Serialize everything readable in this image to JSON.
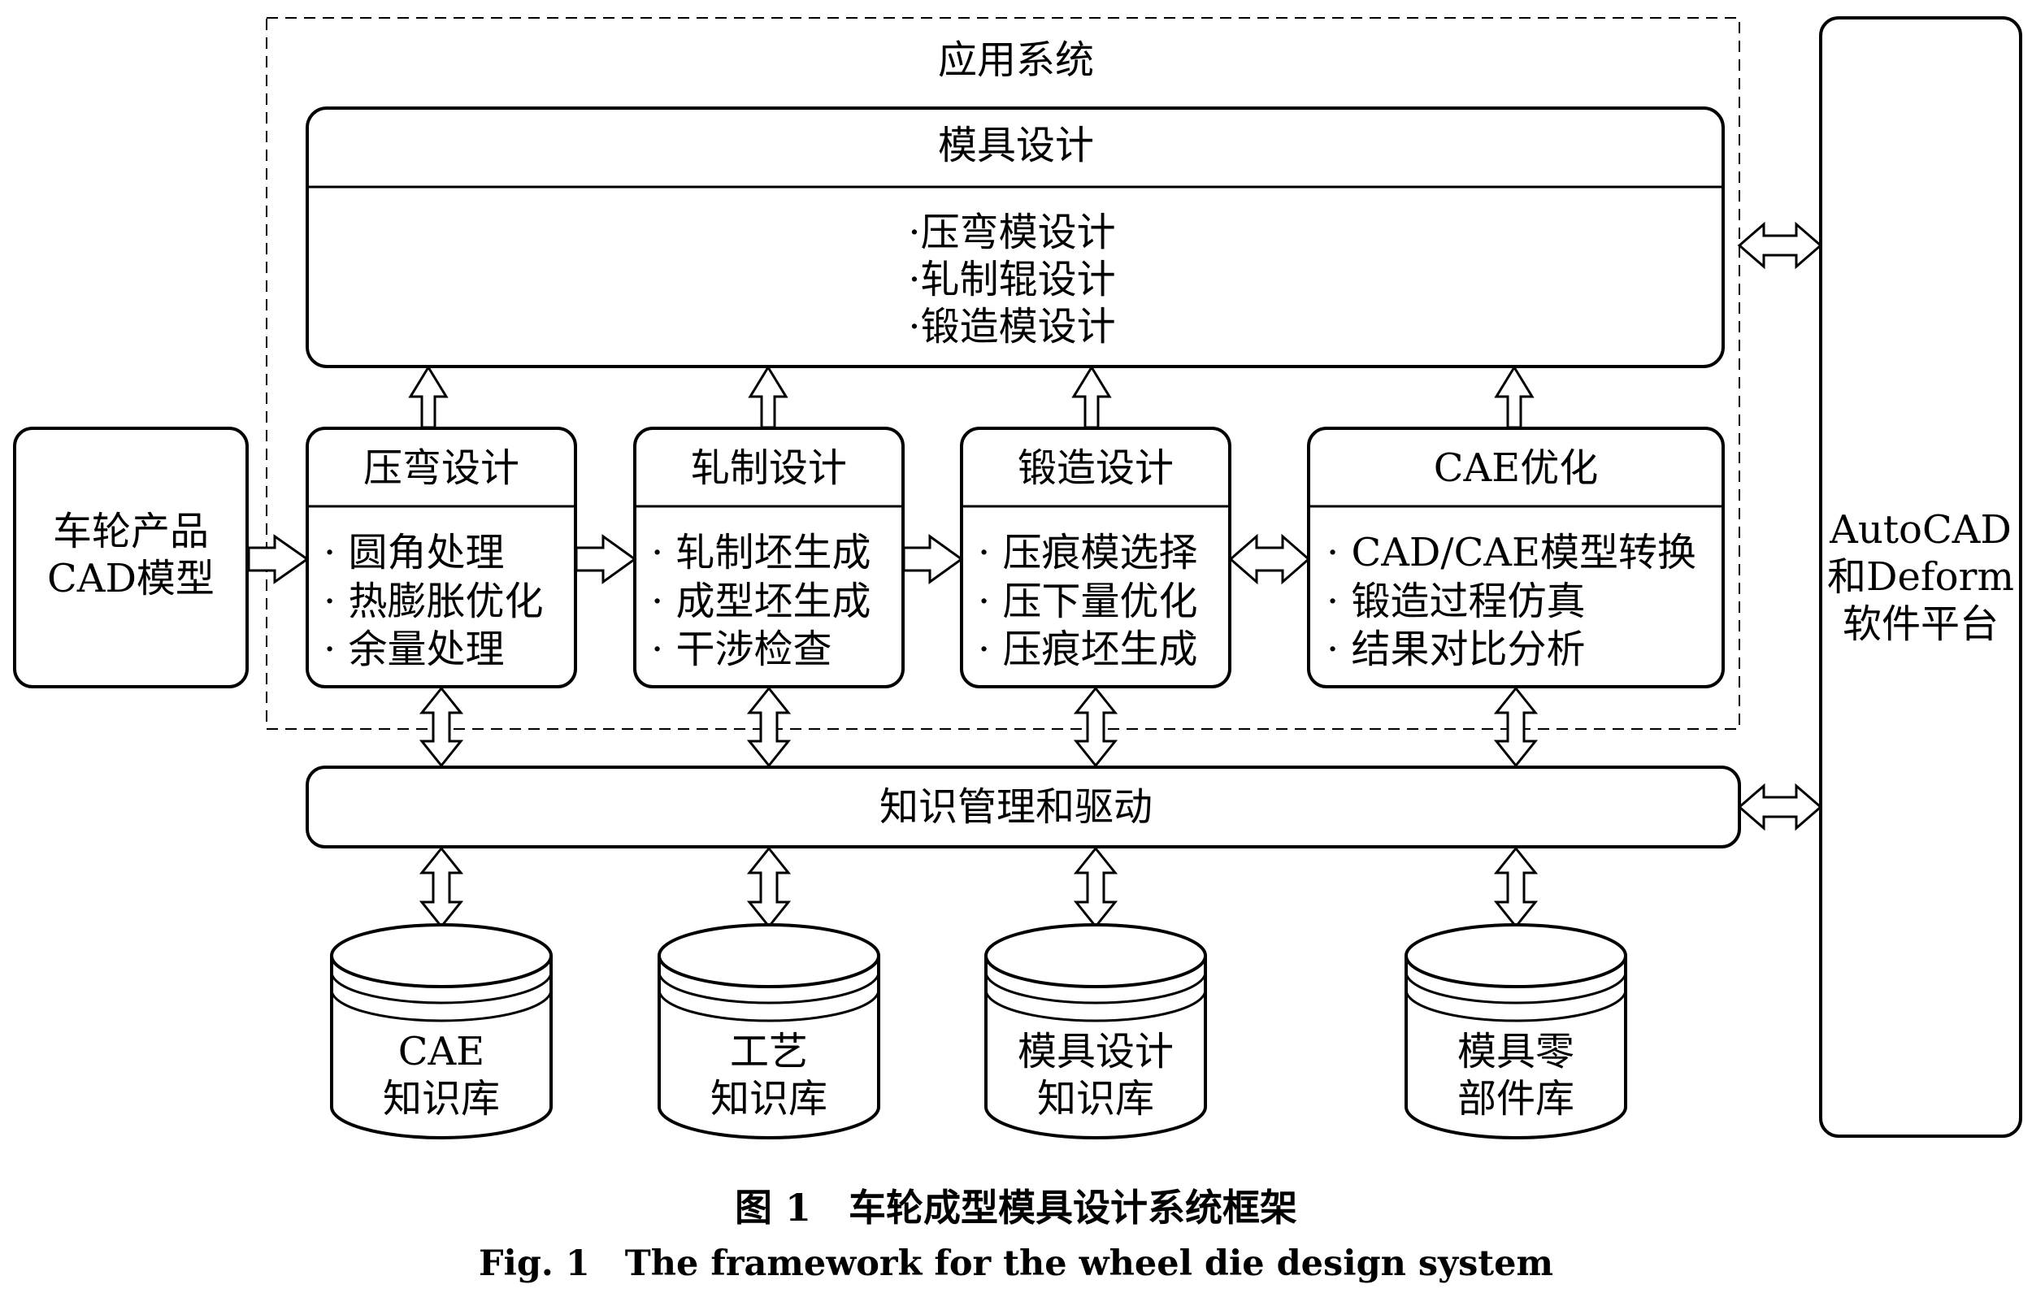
{
  "application_system": {
    "title": "应用系统",
    "mold_design": {
      "title": "模具设计",
      "items": [
        "·压弯模设计",
        "·轧制辊设计",
        "·锻造模设计"
      ]
    },
    "modules": [
      {
        "title": "压弯设计",
        "items": [
          "· 圆角处理",
          "· 热膨胀优化",
          "· 余量处理"
        ]
      },
      {
        "title": "轧制设计",
        "items": [
          "· 轧制坯生成",
          "· 成型坯生成",
          "· 干涉检查"
        ]
      },
      {
        "title": "锻造设计",
        "items": [
          "· 压痕模选择",
          "· 压下量优化",
          "· 压痕坯生成"
        ]
      },
      {
        "title": "CAE优化",
        "items": [
          "· CAD/CAE模型转换",
          "· 锻造过程仿真",
          "· 结果对比分析"
        ]
      }
    ]
  },
  "input_model": {
    "lines": [
      "车轮产品",
      "CAD模型"
    ]
  },
  "platform": {
    "lines": [
      "AutoCAD",
      "和Deform",
      "软件平台"
    ]
  },
  "knowledge_management": {
    "label": "知识管理和驱动"
  },
  "databases": [
    {
      "lines": [
        "CAE",
        "知识库"
      ]
    },
    {
      "lines": [
        "工艺",
        "知识库"
      ]
    },
    {
      "lines": [
        "模具设计",
        "知识库"
      ]
    },
    {
      "lines": [
        "模具零",
        "部件库"
      ]
    }
  ],
  "caption": {
    "cn": "图 1　车轮成型模具设计系统框架",
    "en": "Fig. 1　The framework for the wheel die design system"
  }
}
